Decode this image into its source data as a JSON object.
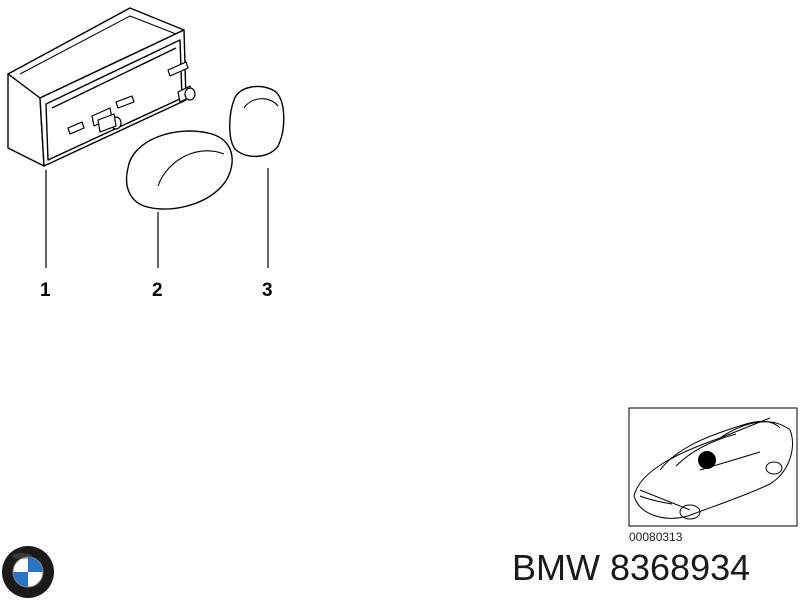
{
  "callouts": {
    "part1": "1",
    "part2": "2",
    "part3": "3"
  },
  "location_diagram": {
    "reference_code": "00080313"
  },
  "brand": {
    "logo": "BMW",
    "part_number_text": "BMW 8368934"
  },
  "colors": {
    "line": "#000000",
    "logo_blue": "#2a74c6",
    "logo_ring": "#1a1a1a"
  }
}
